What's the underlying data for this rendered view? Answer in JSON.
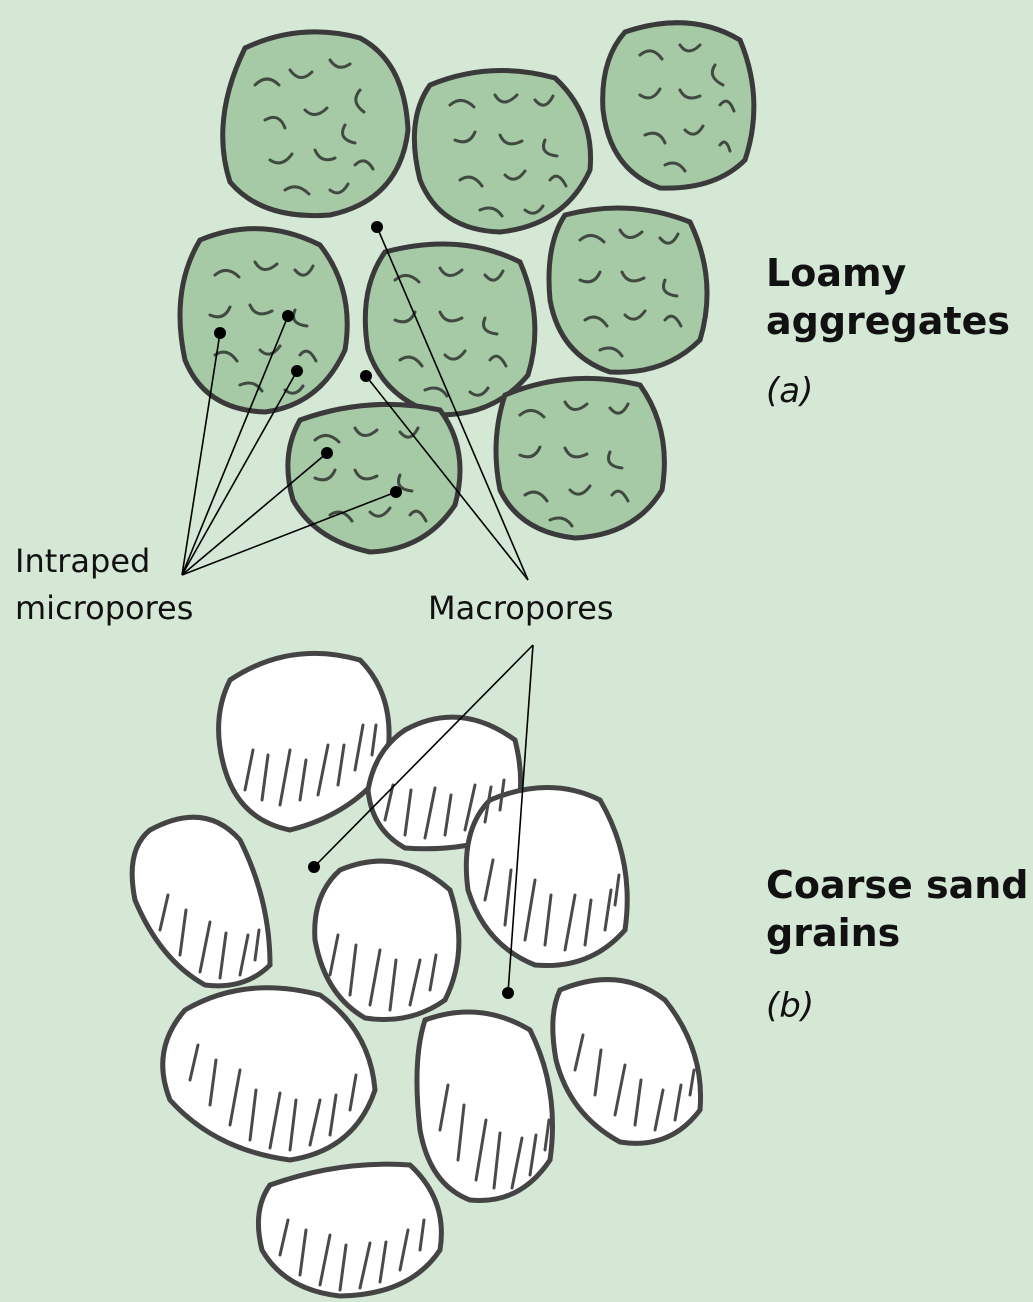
{
  "panel_a": {
    "title_line1": "Loamy",
    "title_line2": "aggregates",
    "letter": "a"
  },
  "panel_b": {
    "title_line1": "Coarse sand",
    "title_line2": "grains",
    "letter": "b"
  },
  "labels": {
    "micropores_line1": "Intraped",
    "micropores_line2": "micropores",
    "macropores": "Macropores"
  },
  "colors": {
    "background": "#d5e7d5",
    "aggregate_fill": "#a6c9a6",
    "sand_fill": "#ffffff",
    "outline": "#3a3a3a"
  }
}
